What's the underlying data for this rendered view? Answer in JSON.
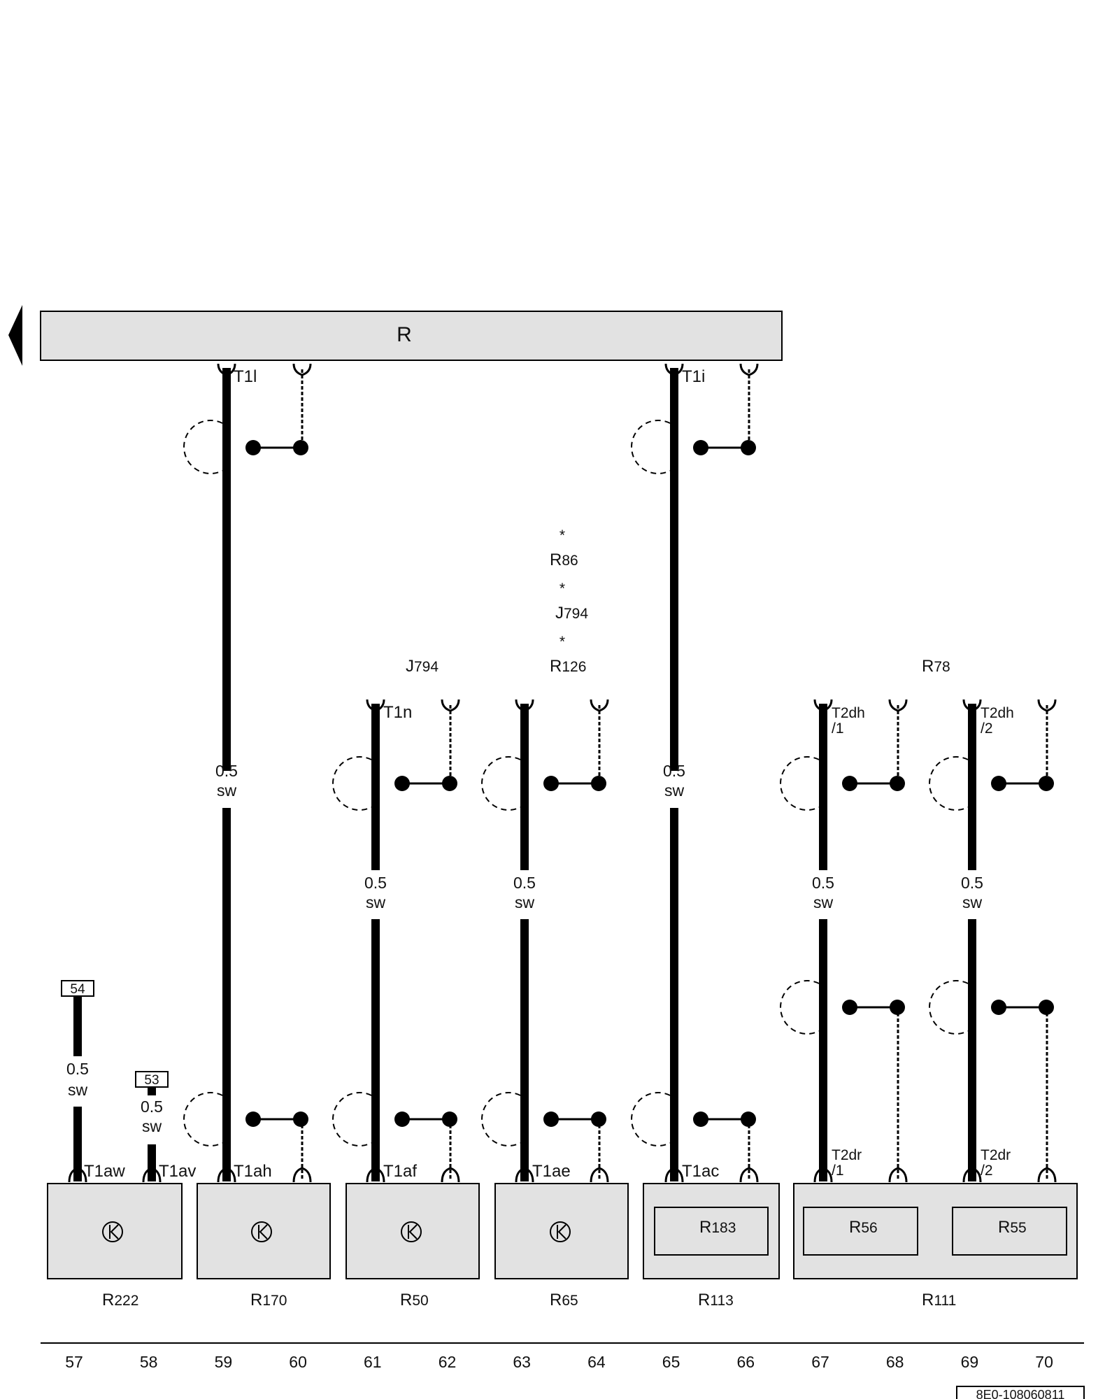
{
  "header_bar": {
    "label": "R"
  },
  "components_top": {
    "r86": {
      "prefix": "*",
      "name": "R",
      "num": "86"
    },
    "j794_mid": {
      "prefix": "*",
      "name": "J",
      "num": "794"
    },
    "r126": {
      "prefix": "*",
      "name": "R",
      "num": "126"
    },
    "j794_left": {
      "name": "J",
      "num": "794"
    },
    "r78": {
      "name": "R",
      "num": "78"
    }
  },
  "connectors": {
    "t1l": "T1l",
    "t1i": "T1i",
    "t1n": "T1n",
    "t2dh1_a": "T2dh",
    "t2dh1_b": "/1",
    "t2dh2_a": "T2dh",
    "t2dh2_b": "/2",
    "t2dr1_a": "T2dr",
    "t2dr1_b": "/1",
    "t2dr2_a": "T2dr",
    "t2dr2_b": "/2",
    "t1aw": "T1aw",
    "t1av": "T1av",
    "t1ah": "T1ah",
    "t1af": "T1af",
    "t1ae": "T1ae",
    "t1ac": "T1ac"
  },
  "wire_gauge": {
    "size": "0.5",
    "color": "sw"
  },
  "terminals": {
    "t54": "54",
    "t53": "53"
  },
  "boxes": {
    "r222": {
      "name": "R",
      "num": "222"
    },
    "r170": {
      "name": "R",
      "num": "170"
    },
    "r50": {
      "name": "R",
      "num": "50"
    },
    "r65": {
      "name": "R",
      "num": "65"
    },
    "r113": {
      "name": "R",
      "num": "113"
    },
    "r183": {
      "name": "R",
      "num": "183"
    },
    "r111": {
      "name": "R",
      "num": "111"
    },
    "r56": {
      "name": "R",
      "num": "56"
    },
    "r55": {
      "name": "R",
      "num": "55"
    }
  },
  "columns": [
    "57",
    "58",
    "59",
    "60",
    "61",
    "62",
    "63",
    "64",
    "65",
    "66",
    "67",
    "68",
    "69",
    "70"
  ],
  "reference": "8E0-108060811",
  "icons": {
    "component_symbol": "antenna-amplifier-icon",
    "connector": "connector-pin-icon",
    "arrow": "left-arrow-icon"
  },
  "colors": {
    "fill": "#e2e2e2",
    "line": "#000000"
  }
}
